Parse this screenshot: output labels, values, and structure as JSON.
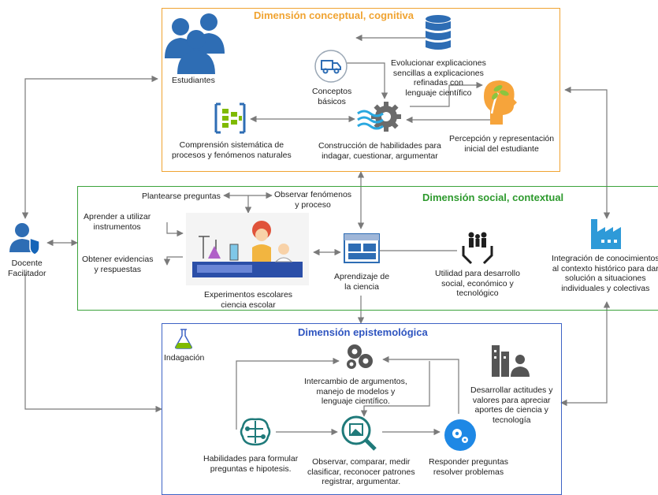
{
  "colors": {
    "conceptual": "#F0A331",
    "social": "#3BA33B",
    "epistemic": "#3E63C5",
    "connector": "#7a7a7a",
    "icon_blue": "#2E6DB4",
    "icon_dark": "#1f1f1f"
  },
  "dimensions": {
    "conceptual": {
      "title": "Dimensión conceptual, cognitiva"
    },
    "social": {
      "title": "Dimensión social, contextual"
    },
    "epistemic": {
      "title": "Dimensión epistemológica"
    }
  },
  "nodes": {
    "estudiantes": {
      "label": "Estudiantes",
      "icon": "people-group-icon"
    },
    "conceptos": {
      "label": "Conceptos\nbásicos",
      "icon": "truck-icon"
    },
    "evolucionar": {
      "label": "Evolucionar explicaciones\nsencillas a explicaciones\nrefinadas con\nlenguaje científico",
      "icon": "database-icon"
    },
    "comprension": {
      "label": "Comprensión sistemática de\nprocesos y fenómenos naturales",
      "icon": "dataflow-icon"
    },
    "construccion": {
      "label": "Construcción de habilidades para\nindagar, cuestionar, argumentar",
      "icon": "gear-wave-icon"
    },
    "percepcion": {
      "label": "Percepción y representación\ninicial del estudiante",
      "icon": "head-plant-icon"
    },
    "docente": {
      "label": "Docente\nFacilitador",
      "icon": "teacher-icon"
    },
    "plantearse": {
      "label": "Plantearse preguntas"
    },
    "observar_fen": {
      "label": "Observar fenómenos\ny proceso"
    },
    "aprender_inst": {
      "label": "Aprender a utilizar\ninstrumentos"
    },
    "obtener_evid": {
      "label": "Obtener evidencias\ny respuestas"
    },
    "experimentos": {
      "label": "Experimentos escolares\nciencia escolar",
      "icon": "lab-scene-icon"
    },
    "aprendizaje": {
      "label": "Aprendizaje de\nla ciencia",
      "icon": "window-panels-icon"
    },
    "utilidad": {
      "label": "Utilidad para desarrollo\nsocial, económico y\ntecnológico",
      "icon": "hands-people-icon"
    },
    "integracion": {
      "label": "Integración de conocimientos\nal contexto histórico para dar\nsolución a situaciones\nindividuales y colectivas",
      "icon": "factory-icon"
    },
    "indagacion": {
      "label": "Indagación",
      "icon": "flask-icon"
    },
    "intercambio": {
      "label": "Intercambio de argumentos,\nmanejo de modelos y\nlenguaje científico.",
      "icon": "gears-icon"
    },
    "desarrollar": {
      "label": "Desarrollar actitudes y\nvalores para apreciar\naportes de ciencia y\ntecnología",
      "icon": "city-person-icon"
    },
    "habilidades": {
      "label": "Habilidades para formular\npreguntas e hipotesis.",
      "icon": "brain-circuit-icon"
    },
    "observar_comp": {
      "label": "Observar, comparar, medir\nclasificar, reconocer patrones\nregistrar, argumentar.",
      "icon": "image-search-icon"
    },
    "responder": {
      "label": "Responder preguntas\nresolver problemas",
      "icon": "gear-circle-icon"
    }
  }
}
